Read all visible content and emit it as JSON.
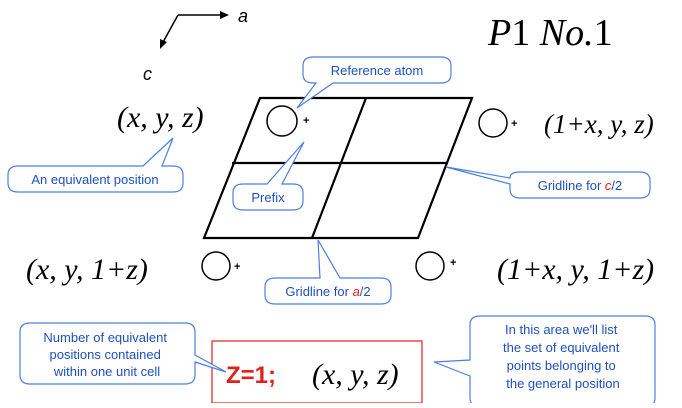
{
  "title": {
    "part1": "P",
    "part2": "1",
    "part3": " No.",
    "part4": "1"
  },
  "axes": {
    "a": "a",
    "c": "c"
  },
  "positions": {
    "top_left": "(x, y, z)",
    "top_right": "(1+x, y, z)",
    "bottom_left": "(x, y, 1+z)",
    "bottom_right": "(1+x, y, 1+z)"
  },
  "prefix_sign": "+",
  "callouts": {
    "reference_atom": "Reference atom",
    "equivalent_position": "An equivalent position",
    "prefix": "Prefix",
    "gridline_c_prefix": "Gridline for ",
    "gridline_c_var": "c",
    "gridline_c_suffix": "/2",
    "gridline_a_prefix": "Gridline for ",
    "gridline_a_var": "a",
    "gridline_a_suffix": "/2",
    "number_equivalent": [
      "Number  of equivalent",
      "positions contained",
      "within one unit cell"
    ],
    "list_area": [
      "In this area we'll list",
      "the set of equivalent",
      "points belonging to",
      "the general position"
    ]
  },
  "z_box": {
    "z_label": "Z=1;",
    "position": "(x, y, z)"
  },
  "colors": {
    "callout_border": "#4a7fe0",
    "callout_text": "#1f4fbf",
    "accent_red": "#e0201b",
    "line": "#000000"
  }
}
